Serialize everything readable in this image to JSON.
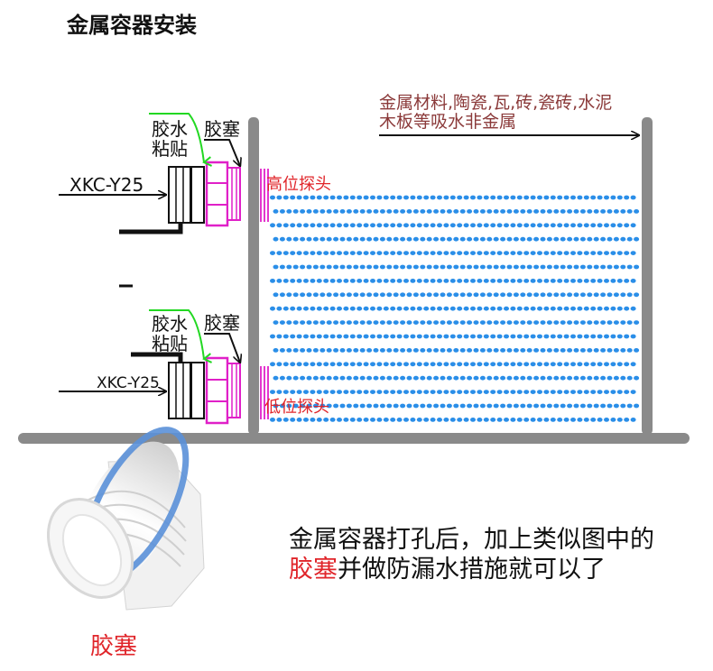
{
  "title": "金属容器安装",
  "container_note": {
    "line1": "金属材料,陶瓷,瓦,砖,瓷砖,水泥",
    "line2": "木板等吸水非金属"
  },
  "top_sensor": {
    "glue_line1": "胶水",
    "glue_line2": "粘贴",
    "plug": "胶塞",
    "model": "XKC-Y25",
    "probe": "高位探头"
  },
  "bottom_sensor": {
    "glue_line1": "胶水",
    "glue_line2": "粘贴",
    "plug": "胶塞",
    "model": "XKC-Y25",
    "probe": "低位探头"
  },
  "caption": {
    "part1": "金属容器打孔后，加上类似图中的",
    "highlight": "胶塞",
    "part2": "并做防漏水措施就可以了"
  },
  "photo_label": "胶塞",
  "colors": {
    "wall": "#8a8a8a",
    "water": "#2a8ee8",
    "plug": "#e020c8",
    "glue_arrow": "#22d822",
    "red_text": "#e0252a",
    "note_text": "#8b3a3a",
    "oring": "#5a90d8"
  }
}
